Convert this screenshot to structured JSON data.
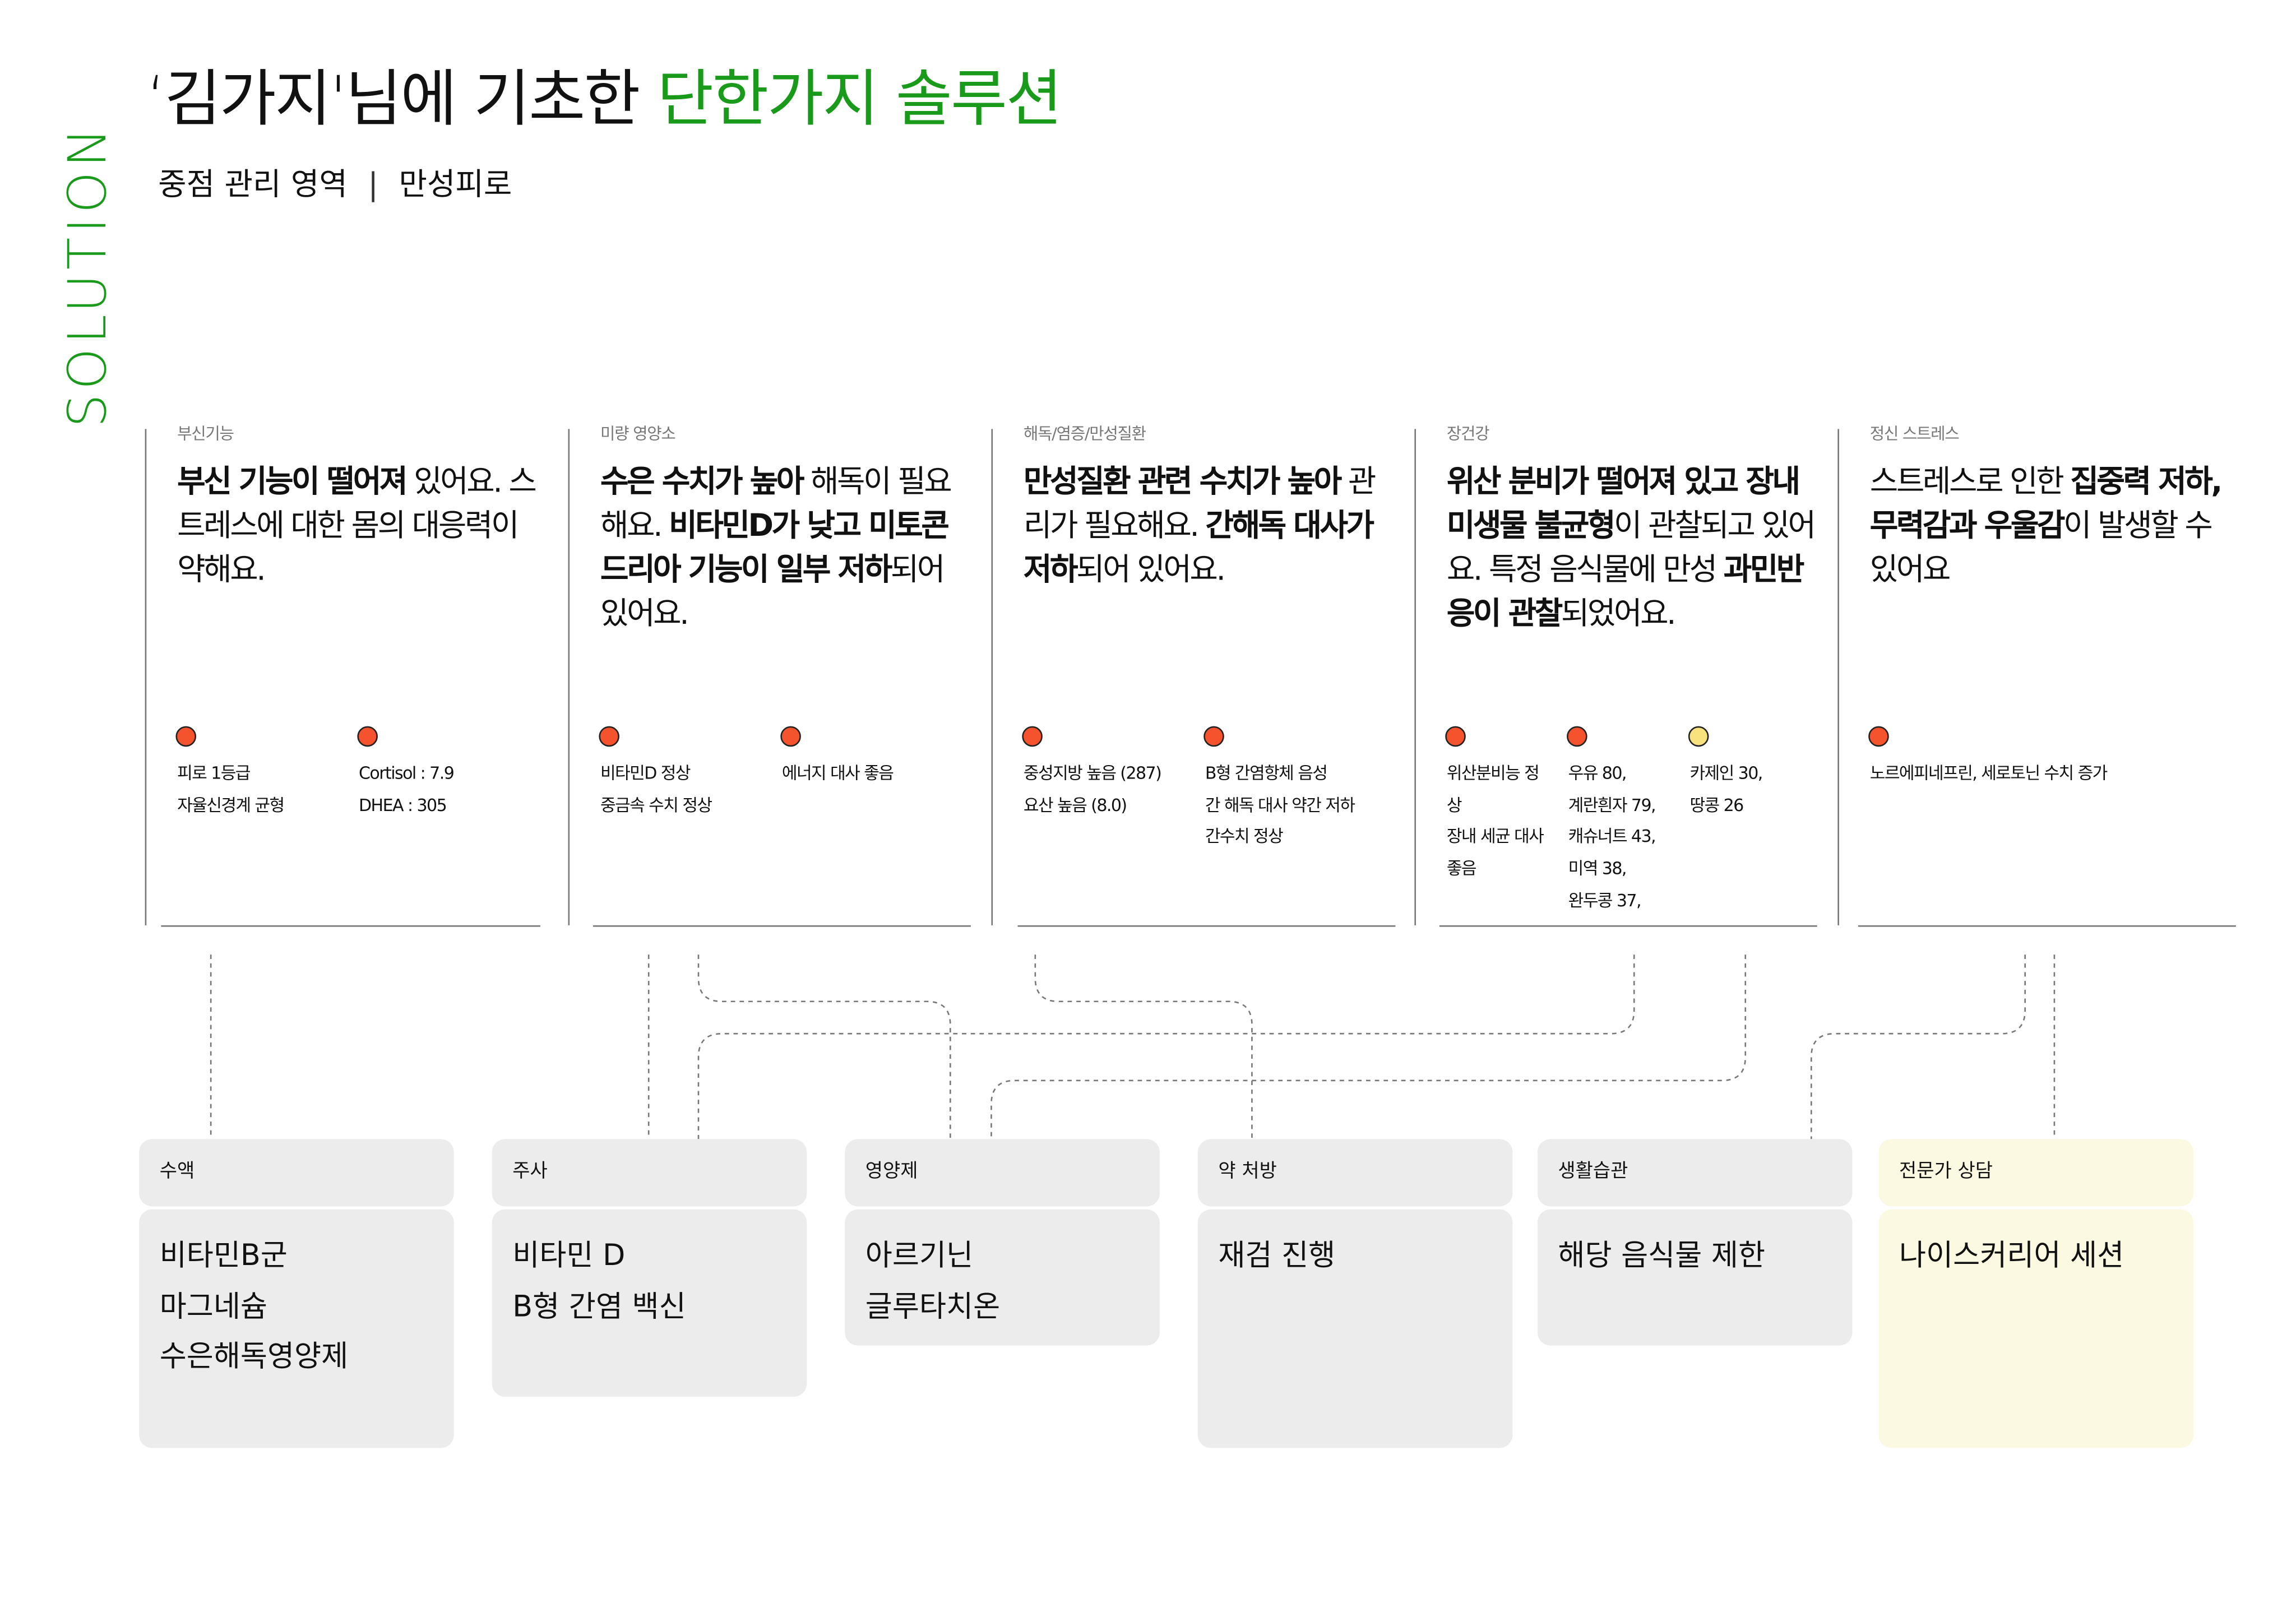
{
  "title": {
    "prefix": "‘김가지'님에 기초한 ",
    "highlight": "단한가지 솔루션"
  },
  "subtitle": {
    "left": "중점 관리 영역",
    "sep": "|",
    "right": "만성피로"
  },
  "side_label": "SOLUTION",
  "cards": [
    {
      "category": "부신기능",
      "body": [
        {
          "t": "부신 기능이 떨어져",
          "b": true
        },
        {
          "t": " 있어요. 스트레스에 대한 몸의 대응력이 약해요.",
          "b": false
        }
      ],
      "metrics": [
        {
          "status": "red",
          "text": "피로 1등급\n자율신경계 균형"
        },
        {
          "status": "red",
          "text": "Cortisol : 7.9\nDHEA : 305"
        }
      ]
    },
    {
      "category": "미량 영양소",
      "body": [
        {
          "t": "수은 수치가 높아",
          "b": true
        },
        {
          "t": " 해독이 필요해요. ",
          "b": false
        },
        {
          "t": "비타민D가 낮고 미토콘드리아 기능이 일부 저하",
          "b": true
        },
        {
          "t": "되어 있어요.",
          "b": false
        }
      ],
      "metrics": [
        {
          "status": "red",
          "text": "비타민D 정상\n중금속 수치 정상"
        },
        {
          "status": "red",
          "text": "에너지 대사 좋음"
        }
      ]
    },
    {
      "category": "해독/염증/만성질환",
      "body": [
        {
          "t": "만성질환 관련 수치가 높아",
          "b": true
        },
        {
          "t": " 관리가 필요해요. ",
          "b": false
        },
        {
          "t": "간해독 대사가 저하",
          "b": true
        },
        {
          "t": "되어 있어요.",
          "b": false
        }
      ],
      "metrics": [
        {
          "status": "red",
          "text": "중성지방 높음 (287)\n요산 높음 (8.0)"
        },
        {
          "status": "red",
          "text": "B형 간염항체 음성\n간 해독 대사 약간 저하\n간수치 정상"
        }
      ]
    },
    {
      "category": "장건강",
      "body": [
        {
          "t": "위산 분비가 떨어져 있고 장내 미생물 불균형",
          "b": true
        },
        {
          "t": "이 관찰되고 있어요. 특정 음식물에 만성 ",
          "b": false
        },
        {
          "t": "과민반응이 관찰",
          "b": true
        },
        {
          "t": "되었어요.",
          "b": false
        }
      ],
      "metrics": [
        {
          "status": "red",
          "text": "위산분비능 정\n상\n장내 세균 대사\n좋음"
        },
        {
          "status": "red",
          "text": "우유 80,\n계란흰자 79,\n캐슈너트 43,\n미역 38,\n완두콩 37,"
        },
        {
          "status": "yellow",
          "text": "카제인 30,\n땅콩 26"
        }
      ]
    },
    {
      "category": "정신 스트레스",
      "body": [
        {
          "t": "스트레스로 인한 ",
          "b": false
        },
        {
          "t": "집중력 저하, 무력감과 우울감",
          "b": true
        },
        {
          "t": "이 발생할 수 있어요",
          "b": false
        }
      ],
      "metrics": [
        {
          "status": "red",
          "text": "노르에피네프린, 세로토닌 수치 증가"
        }
      ]
    }
  ],
  "solutions": [
    {
      "label": "수액",
      "items": "비타민B군\n마그네슘\n수은해독영양제"
    },
    {
      "label": "주사",
      "items": "비타민 D\nB형 간염 백신"
    },
    {
      "label": "영양제",
      "items": "아르기닌\n글루타치온"
    },
    {
      "label": "약 처방",
      "items": "재검 진행"
    },
    {
      "label": "생활습관",
      "items": "해당 음식물 제한"
    },
    {
      "label": "전문가 상담",
      "items": "나이스커리어 세션"
    }
  ],
  "colors": {
    "accent": "#1a9a1a",
    "status_red": "#f4532d",
    "status_yellow": "#f7e27e",
    "box": "#ececec",
    "box_highlight": "#fcf9e3"
  }
}
